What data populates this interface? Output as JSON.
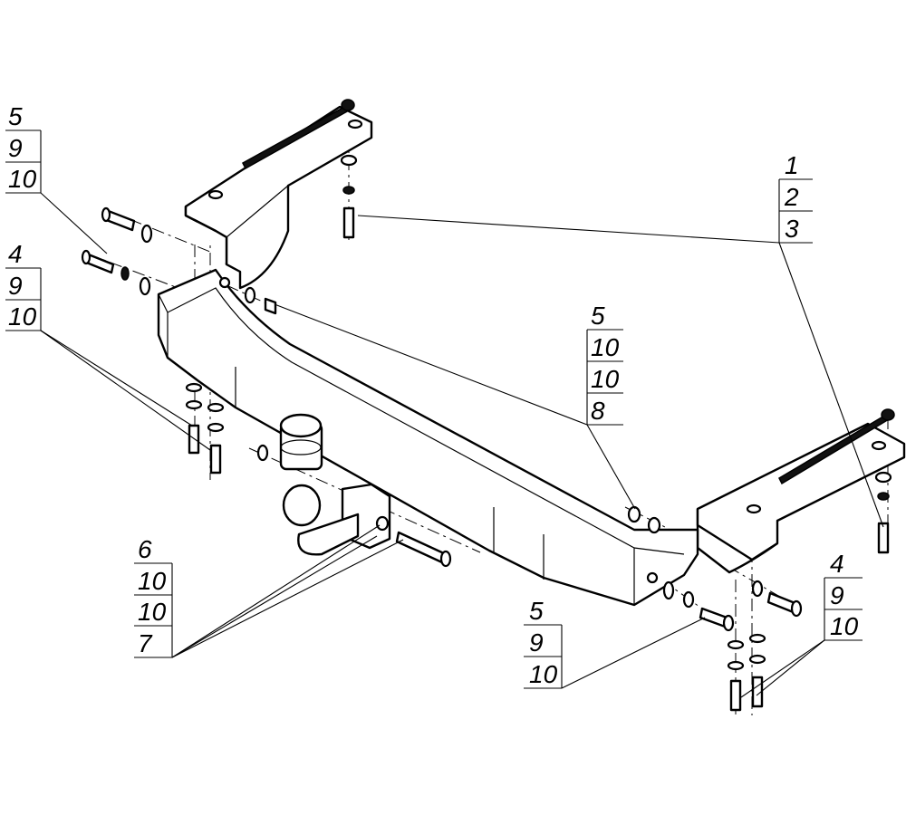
{
  "callouts": [
    {
      "id": "top-left",
      "rows": [
        "5",
        "9",
        "10"
      ]
    },
    {
      "id": "mid-left",
      "rows": [
        "4",
        "9",
        "10"
      ]
    },
    {
      "id": "top-right",
      "rows": [
        "1",
        "2",
        "3"
      ]
    },
    {
      "id": "center-right",
      "rows": [
        "5",
        "10",
        "10",
        "8"
      ]
    },
    {
      "id": "bottom-left",
      "rows": [
        "6",
        "10",
        "10",
        "7"
      ]
    },
    {
      "id": "bottom-center",
      "rows": [
        "5",
        "9",
        "10"
      ]
    },
    {
      "id": "bottom-right",
      "rows": [
        "4",
        "9",
        "10"
      ]
    }
  ]
}
